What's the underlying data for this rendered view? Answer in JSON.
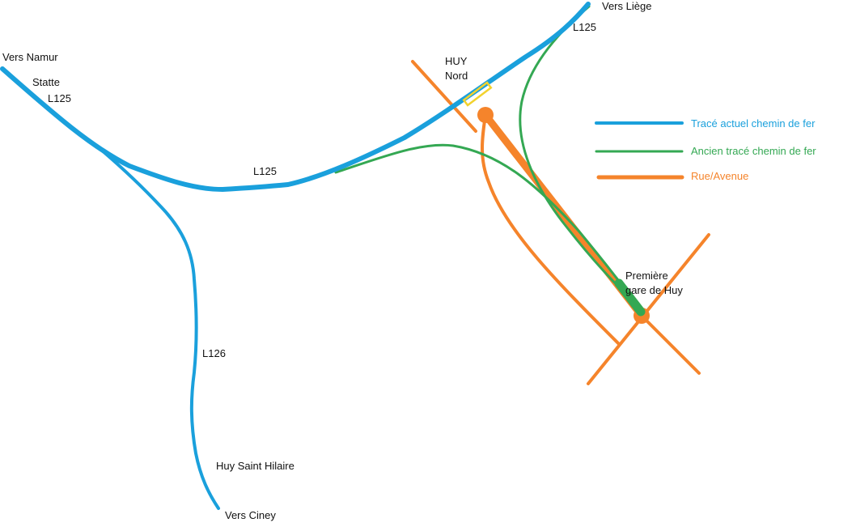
{
  "colors": {
    "current_rail": "#1aa0dc",
    "old_rail": "#34a853",
    "street": "#f5842b",
    "station_marker": "#f2d22e",
    "text": "#111111"
  },
  "labels": {
    "vers_namur": "Vers Namur",
    "statte": "Statte",
    "l125_west": "L125",
    "l125_middle": "L125",
    "l125_northeast": "L125",
    "vers_liege": "Vers Liège",
    "huy_nord_line1": "HUY",
    "huy_nord_line2": "Nord",
    "l126": "L126",
    "huy_saint_hilaire": "Huy Saint Hilaire",
    "vers_ciney": "Vers Ciney",
    "premiere_gare_line1": "Première",
    "premiere_gare_line2": "gare de Huy"
  },
  "legend": [
    {
      "key": "current_rail",
      "label": "Tracé actuel chemin de fer",
      "color": "#1aa0dc"
    },
    {
      "key": "old_rail",
      "label": "Ancien tracé chemin de fer",
      "color": "#34a853"
    },
    {
      "key": "street",
      "label": "Rue/Avenue",
      "color": "#f5842b"
    }
  ]
}
